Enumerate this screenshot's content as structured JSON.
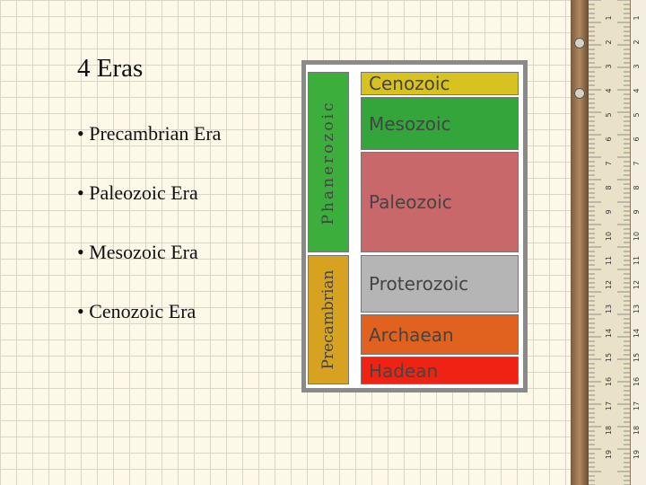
{
  "slide": {
    "title": "4 Eras",
    "bullets": [
      "Precambrian Era",
      "Paleozoic Era",
      "Mesozoic Era",
      "Cenozoic Era"
    ]
  },
  "timescale": {
    "eons": [
      {
        "label": "Phanerozoic",
        "color": "#3cae3c"
      },
      {
        "label": "Precambrian",
        "color": "#d7a21f"
      }
    ],
    "eras": [
      {
        "label": "Cenozoic",
        "color": "#d8c21f"
      },
      {
        "label": "Mesozoic",
        "color": "#33a53a"
      },
      {
        "label": "Paleozoic",
        "color": "#c8686a"
      },
      {
        "label": "Proterozoic",
        "color": "#b5b5b5"
      },
      {
        "label": "Archaean",
        "color": "#e0621e"
      },
      {
        "label": "Hadean",
        "color": "#ef2314"
      }
    ]
  },
  "ruler": {
    "numbers": [
      "1",
      "2",
      "3",
      "4",
      "5",
      "6",
      "7",
      "8",
      "9",
      "10",
      "11",
      "12",
      "13",
      "14",
      "15",
      "16",
      "17",
      "18",
      "19"
    ]
  }
}
